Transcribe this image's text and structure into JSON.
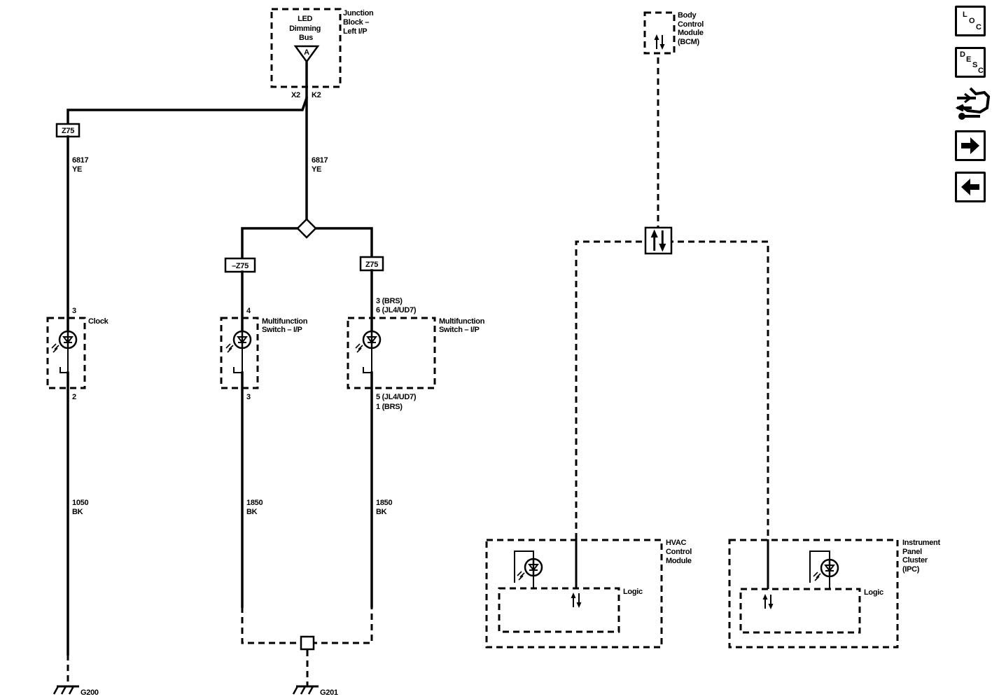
{
  "junction_block": {
    "title_lines": [
      "LED",
      "Dimming",
      "Bus"
    ],
    "name_lines": [
      "Junction",
      "Block –",
      "Left I/P"
    ],
    "pin_label": "A",
    "terminal_left": "X2",
    "terminal_right": "K2"
  },
  "bcm": {
    "name_lines": [
      "Body",
      "Control",
      "Module",
      "(BCM)"
    ]
  },
  "left_branch": {
    "option_label": "Z75",
    "circuit_top": "6817",
    "color_top": "YE",
    "component": "Clock",
    "pin_top": "3",
    "pin_bottom": "2",
    "circuit_bottom": "1050",
    "color_bottom": "BK",
    "ground": "G200"
  },
  "main_feed": {
    "circuit": "6817",
    "color": "YE"
  },
  "mid_branch": {
    "option_label": "–Z75",
    "component_lines": [
      "Multifunction",
      "Switch – I/P"
    ],
    "pin_top": "4",
    "pin_bottom": "3",
    "circuit_bottom": "1850",
    "color_bottom": "BK"
  },
  "right_branch": {
    "option_label": "Z75",
    "component_lines": [
      "Multifunction",
      "Switch – I/P"
    ],
    "pin_top_lines": [
      "3 (BRS)",
      "6 (JL4/UD7)"
    ],
    "pin_bottom_lines": [
      "5 (JL4/UD7)",
      "1 (BRS)"
    ],
    "circuit_bottom": "1850",
    "color_bottom": "BK"
  },
  "ground_2": "G201",
  "hvac": {
    "name_lines": [
      "HVAC",
      "Control",
      "Module"
    ],
    "logic": "Logic"
  },
  "ipc": {
    "name_lines": [
      "Instrument",
      "Panel",
      "Cluster",
      "(IPC)"
    ],
    "logic": "Logic"
  },
  "nav": {
    "loc": [
      "L",
      "O",
      "C"
    ],
    "desc": [
      "D",
      "E",
      "S",
      "C"
    ],
    "next_icon": "right-arrow-icon",
    "prev_icon": "left-arrow-icon",
    "connector_icon": "connector-end-view-icon"
  }
}
